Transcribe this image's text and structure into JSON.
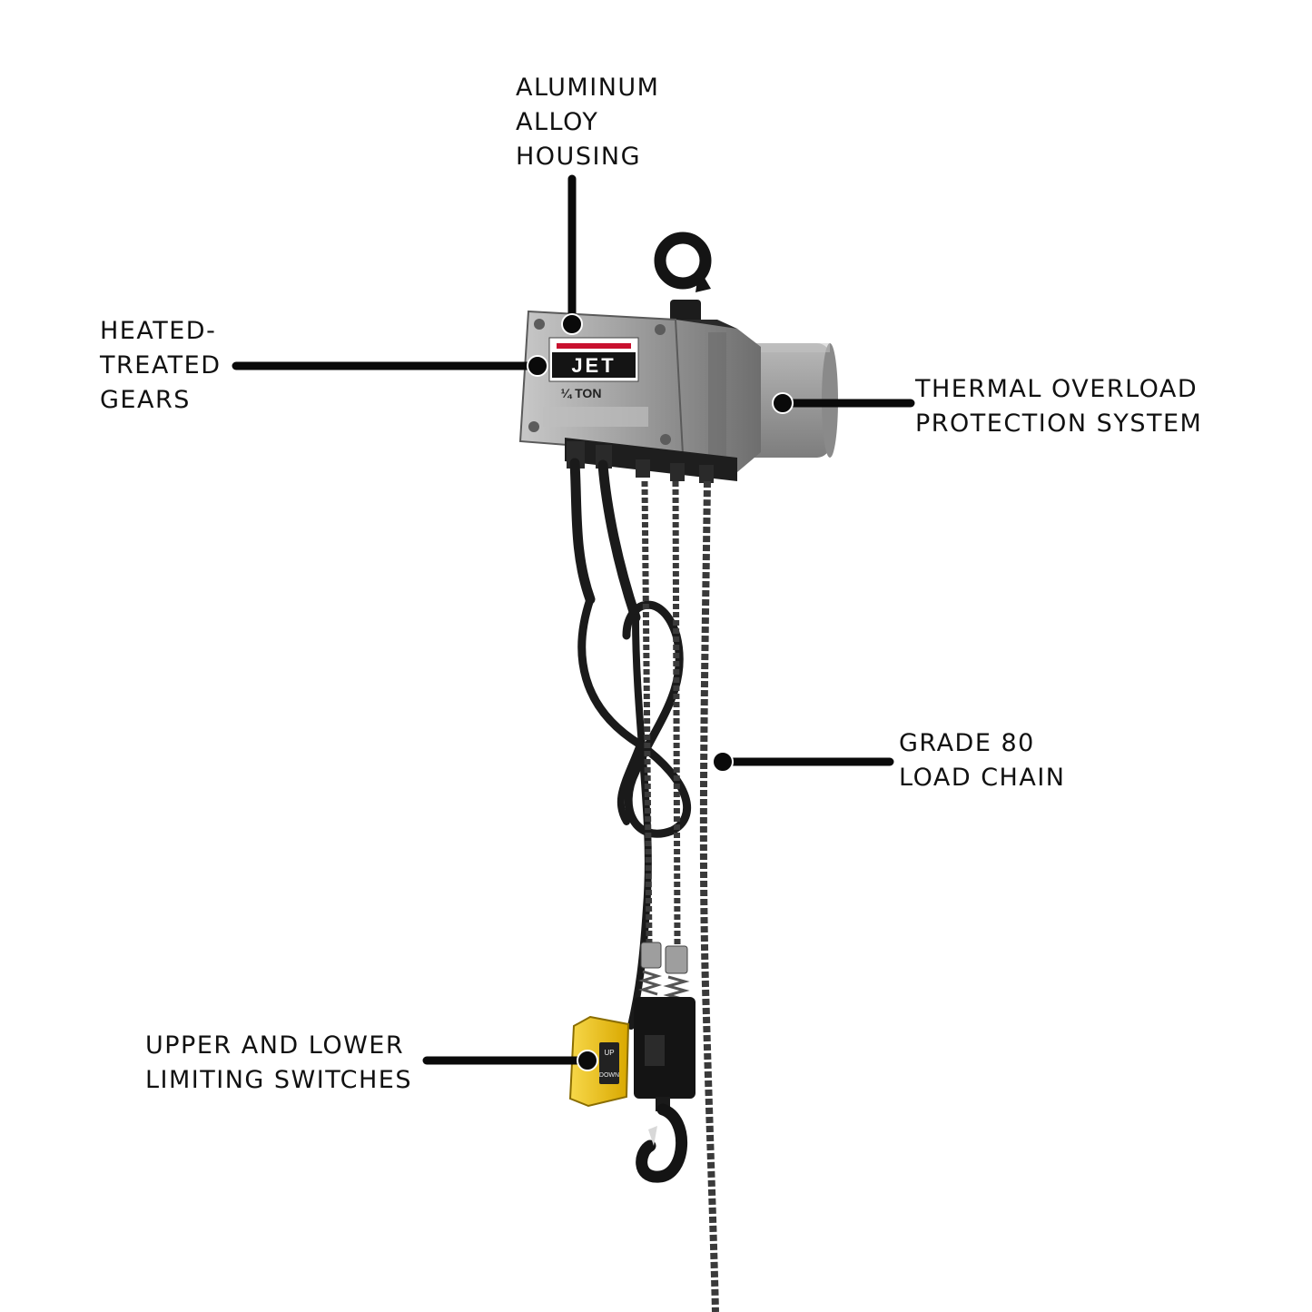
{
  "colors": {
    "leader": "#0a0a0a",
    "housing": "#a9a9a9",
    "housing_dark": "#7a7a7a",
    "motor": "#9a9a9a",
    "cable": "#1a1a1a",
    "chain": "#3a3a3a",
    "pendant": "#f2c71b",
    "brand_red": "#c8102e"
  },
  "nameplate": {
    "brand": "JET",
    "capacity": "¼ TON"
  },
  "pendant_buttons": {
    "up": "UP",
    "down": "DOWN"
  },
  "callouts": {
    "housing": {
      "lines": [
        "ALUMINUM",
        "ALLOY",
        "HOUSING"
      ]
    },
    "gears": {
      "lines": [
        "HEATED-",
        "TREATED",
        "GEARS"
      ]
    },
    "thermal": {
      "lines": [
        "THERMAL OVERLOAD",
        "PROTECTION SYSTEM"
      ]
    },
    "chain": {
      "lines": [
        "GRADE 80",
        "LOAD CHAIN"
      ]
    },
    "limit": {
      "lines": [
        "UPPER AND LOWER",
        "LIMITING SWITCHES"
      ]
    }
  }
}
